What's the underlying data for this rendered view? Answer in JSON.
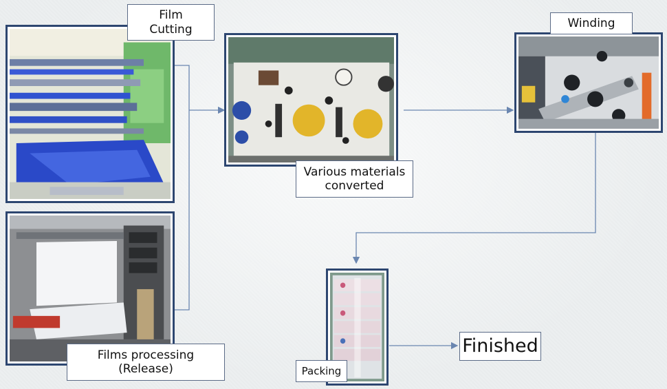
{
  "steps": {
    "film_cutting": {
      "label_line1": "Film",
      "label_line2": "Cutting"
    },
    "films_processing": {
      "label_line1": "Films processing",
      "label_line2": "(Release)"
    },
    "converting": {
      "label_line1": "Various materials",
      "label_line2": "converted"
    },
    "winding": {
      "label": "Winding"
    },
    "packing": {
      "label": "Packing"
    },
    "finished": {
      "label": "Finished"
    }
  },
  "colors": {
    "photo_border": "#2d4670",
    "connector": "#6a86b0",
    "background": "#eceff0"
  }
}
